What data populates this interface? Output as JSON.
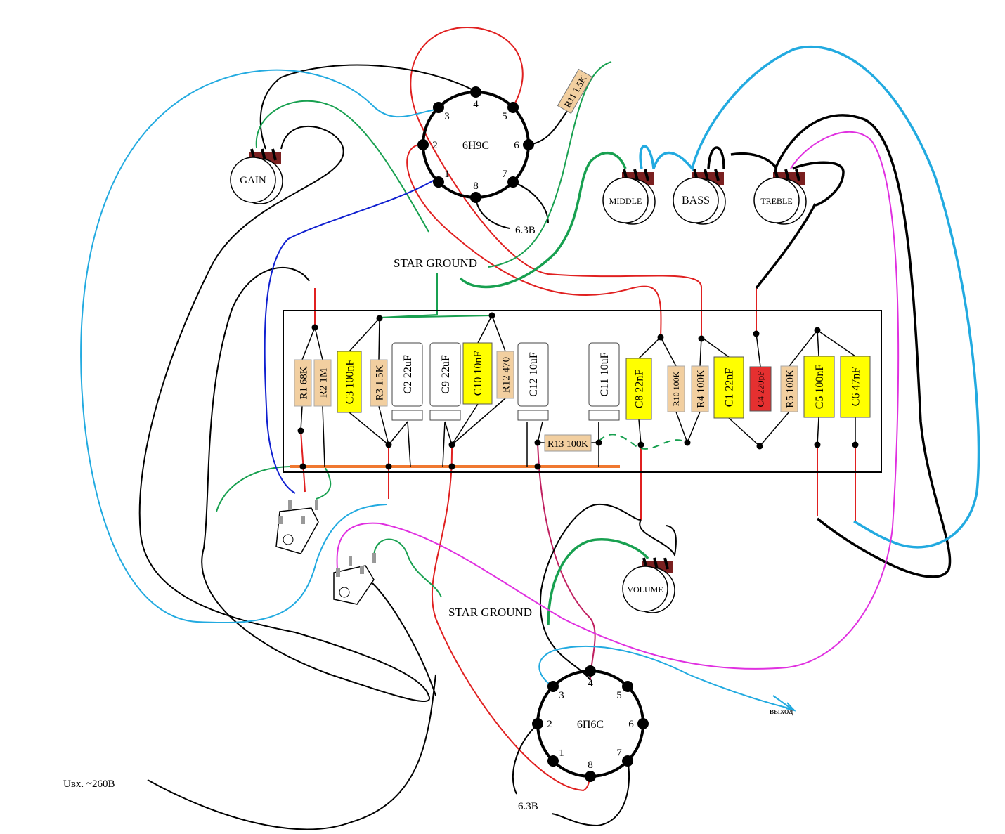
{
  "colors": {
    "resistor": "#f2cfa0",
    "film_cap": "#ffff00",
    "ceramic_cap": "#e53030",
    "electrolytic": "#ffffff",
    "ground_bus": "#f07830",
    "wire_red": "#e02020",
    "wire_black": "#000000",
    "wire_blue_light": "#22aae0",
    "wire_green": "#18a050",
    "wire_magenta": "#e030e0",
    "wire_blue": "#1020d0",
    "pot_tab": "#7a2020"
  },
  "tubes": [
    {
      "name": "6H9C",
      "pins": [
        "1",
        "2",
        "3",
        "4",
        "5",
        "6",
        "7",
        "8"
      ],
      "heater": "6.3В"
    },
    {
      "name": "6П6С",
      "pins": [
        "1",
        "2",
        "3",
        "4",
        "5",
        "6",
        "7",
        "8"
      ],
      "heater": "6.3В"
    }
  ],
  "pots": {
    "gain": "GAIN",
    "middle": "MIDDLE",
    "bass": "BASS",
    "treble": "TREBLE",
    "volume": "VOLUME"
  },
  "labels": {
    "star_ground_top": "STAR GROUND",
    "star_ground_bottom": "STAR GROUND",
    "output": "выход",
    "input_voltage": "Uвх. ~260В",
    "r11": "R11 1.5K"
  },
  "board": {
    "components": [
      {
        "id": "R1",
        "label": "R1 68K",
        "type": "resistor"
      },
      {
        "id": "R2",
        "label": "R2 1M",
        "type": "resistor"
      },
      {
        "id": "C3",
        "label": "C3 100nF",
        "type": "film_cap"
      },
      {
        "id": "R3",
        "label": "R3 1.5K",
        "type": "resistor"
      },
      {
        "id": "C2",
        "label": "C2 22uF",
        "type": "electrolytic"
      },
      {
        "id": "C9",
        "label": "C9 22uF",
        "type": "electrolytic"
      },
      {
        "id": "C10",
        "label": "C10 10nF",
        "type": "film_cap"
      },
      {
        "id": "R12",
        "label": "R12 470",
        "type": "resistor"
      },
      {
        "id": "C12",
        "label": "C12 10uF",
        "type": "electrolytic"
      },
      {
        "id": "C11",
        "label": "C11 10uF",
        "type": "electrolytic"
      },
      {
        "id": "C8",
        "label": "C8 22nF",
        "type": "film_cap"
      },
      {
        "id": "R10",
        "label": "R10 100K",
        "type": "resistor"
      },
      {
        "id": "R4",
        "label": "R4 100K",
        "type": "resistor"
      },
      {
        "id": "C1",
        "label": "C1 22nF",
        "type": "film_cap"
      },
      {
        "id": "C4",
        "label": "C4 220pF",
        "type": "ceramic_cap"
      },
      {
        "id": "R5",
        "label": "R5 100K",
        "type": "resistor"
      },
      {
        "id": "C5",
        "label": "C5 100nF",
        "type": "film_cap"
      },
      {
        "id": "C6",
        "label": "C6 47nF",
        "type": "film_cap"
      }
    ],
    "r13": "R13 100K"
  }
}
